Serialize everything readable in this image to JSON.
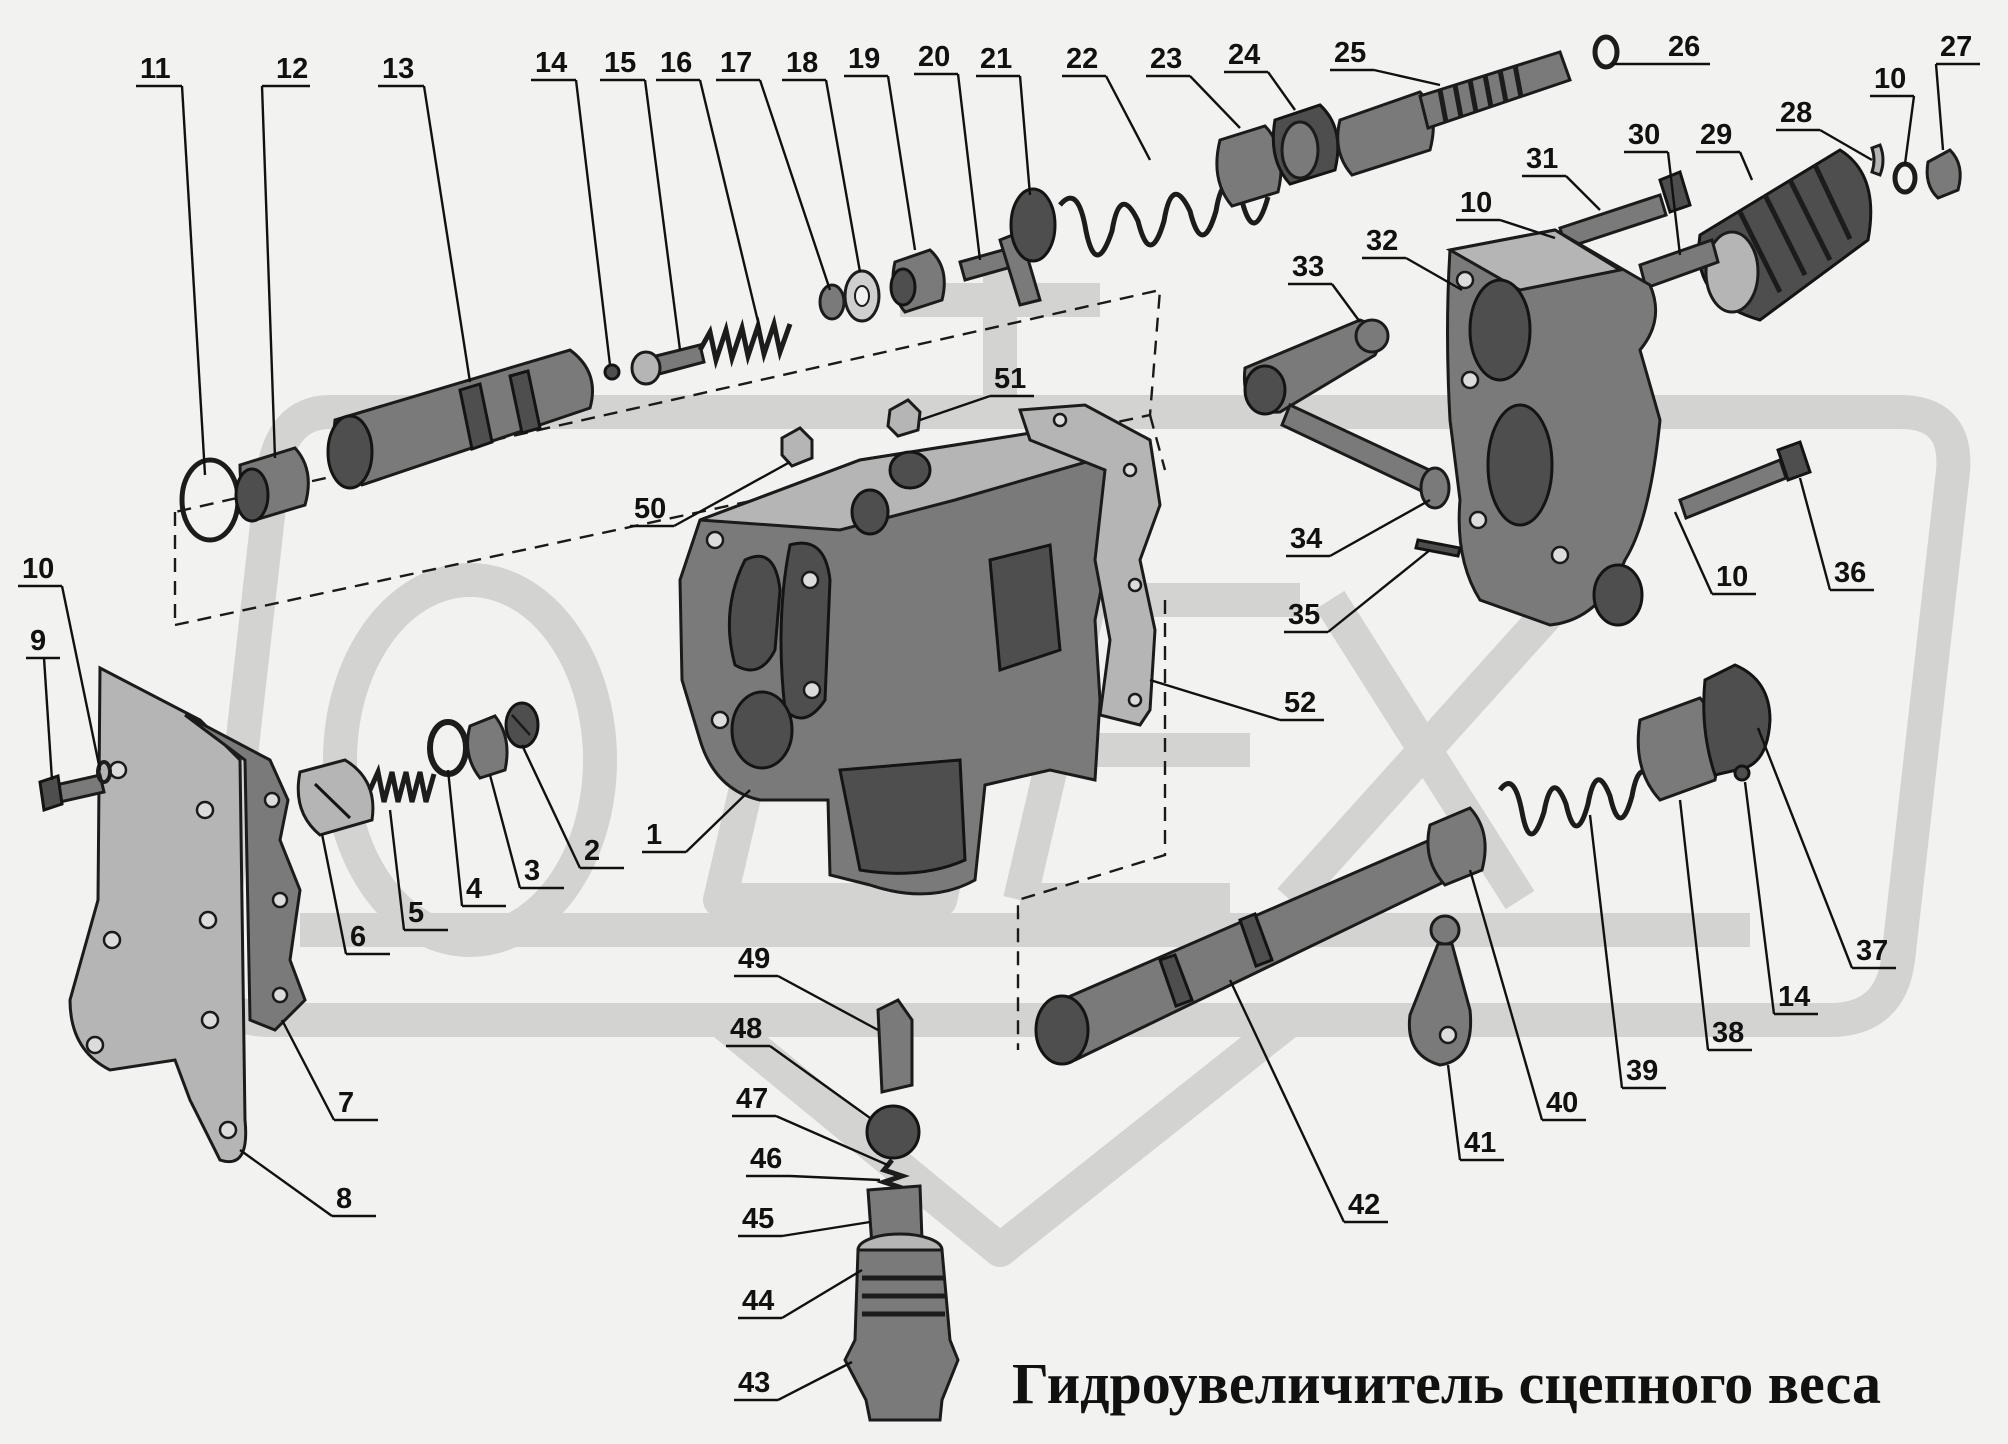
{
  "title": "Гидроувеличитель сцепного веса",
  "watermark": "ОПЕХ",
  "colors": {
    "background": "#f2f2f0",
    "ink": "#111111",
    "watermark": "#d3d3d1",
    "metal": "#7a7a7a"
  },
  "callouts": [
    "11",
    "12",
    "13",
    "14",
    "15",
    "16",
    "17",
    "18",
    "19",
    "20",
    "21",
    "22",
    "23",
    "24",
    "25",
    "26",
    "27",
    "10",
    "28",
    "30",
    "29",
    "31",
    "10",
    "32",
    "33",
    "51",
    "50",
    "34",
    "35",
    "10",
    "36",
    "52",
    "10",
    "9",
    "1",
    "2",
    "3",
    "4",
    "5",
    "6",
    "7",
    "8",
    "49",
    "48",
    "47",
    "46",
    "45",
    "44",
    "43",
    "37",
    "14",
    "38",
    "39",
    "40",
    "41",
    "42"
  ]
}
